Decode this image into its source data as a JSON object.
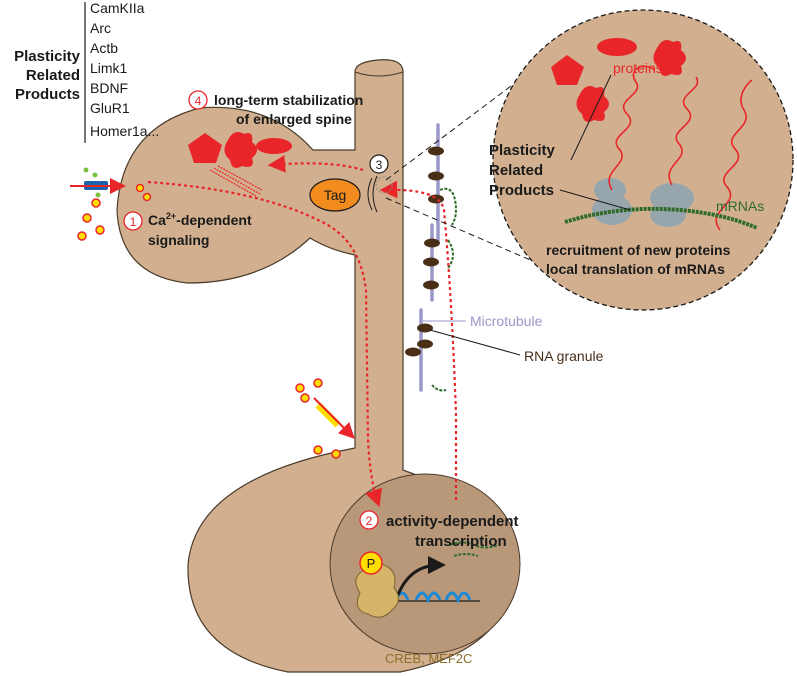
{
  "plasticity_list": {
    "heading": [
      "Plasticity",
      "Related",
      "Products"
    ],
    "items": [
      "CamKIIa",
      "Arc",
      "Actb",
      "Limk1",
      "BDNF",
      "GluR1",
      "Homer1a..."
    ]
  },
  "steps": {
    "s1": {
      "number": "1",
      "line1": "Ca",
      "sup": "2+",
      "line1_rest": "-dependent",
      "line2": "signaling"
    },
    "s2": {
      "number": "2",
      "line1": "activity-dependent",
      "line2": "transcription"
    },
    "s3": {
      "number": "3"
    },
    "s4": {
      "number": "4",
      "line1": "long-term stabilization",
      "line2": "of enlarged spine"
    }
  },
  "labels": {
    "tag": "Tag",
    "microtubule": "Microtubule",
    "rna_granule": "RNA granule",
    "phospho": "P",
    "tf": "CREB, MEF2C"
  },
  "inset": {
    "proteins": "proteins",
    "mrnas": "mRNAs",
    "prp": [
      "Plasticity",
      "Related",
      "Products"
    ],
    "recruit": "recruitment of new proteins",
    "local": "local translation of mRNAs"
  },
  "colors": {
    "cell": "#d2b08f",
    "nucleus": "#b9987a",
    "protein_red": "#e8262a",
    "arrow_red": "#e8262a",
    "microtubule": "#9a97c9",
    "granule": "#4a2f17",
    "mrna_green": "#2e6b2a",
    "ribosome": "#97a6ad",
    "tag_orange": "#f28c1f",
    "ion_yellow": "#ffdd00",
    "channel_blue": "#1b63ad"
  }
}
